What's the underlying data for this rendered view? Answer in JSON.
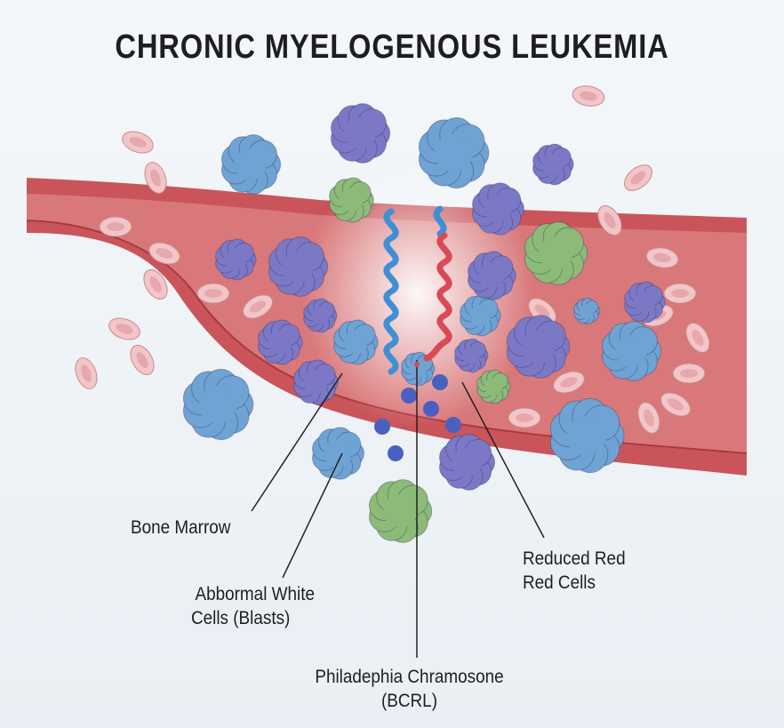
{
  "title": "CHRONIC MYELOGENOUS LEUKEMIA",
  "labels": {
    "bone_marrow": "Bone Marrow",
    "abnormal_white_line1": "Abbormal White",
    "abnormal_white_line2": "Cells (Blasts)",
    "philadelphia_line1": "Philadephia Chramosone",
    "philadelphia_line2": "(BCRL)",
    "reduced_red_line1": "Reduced Red",
    "reduced_red_line2": "Red Cells"
  },
  "colors": {
    "vessel": "#c9555a",
    "vessel_inner": "#d9787a",
    "blue_cell": "#6fa3d4",
    "purple_cell": "#7b79c6",
    "green_cell": "#8cbb78",
    "red_cell": "#f2c6c8",
    "chromosome_blue": "#3f8fd6",
    "chromosome_red": "#d94a55"
  }
}
